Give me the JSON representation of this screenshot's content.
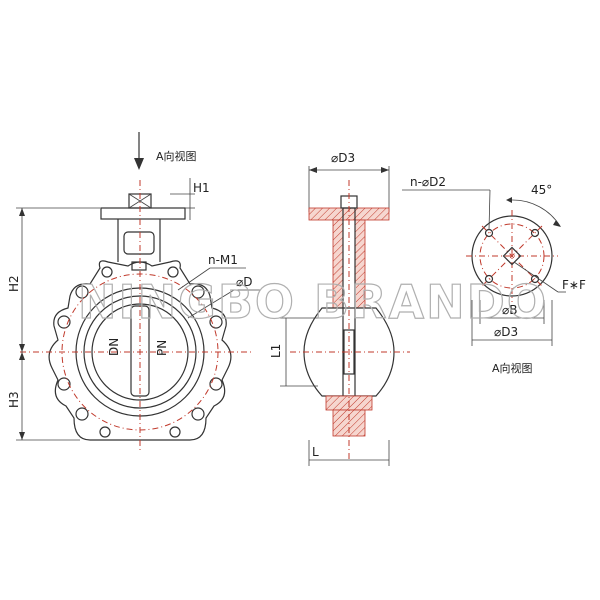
{
  "views": {
    "front": {
      "arrow_label": "A向视图",
      "dims": {
        "h1": "H1",
        "h2": "H2",
        "h3": "H3",
        "bolt_holes": "n-M1",
        "diameter": "⌀D"
      },
      "disc_marks": [
        "DN",
        "PN"
      ]
    },
    "side": {
      "dims": {
        "top_flange_dia": "⌀D3",
        "length": "L",
        "offset": "L1"
      }
    },
    "top": {
      "dims": {
        "holes": "n-⌀D2",
        "angle": "45°",
        "square": "F∗F",
        "bolt_circle": "⌀B",
        "flange_dia": "⌀D3"
      },
      "caption": "A向视图"
    }
  },
  "watermark": "NINGBO BRANDO"
}
